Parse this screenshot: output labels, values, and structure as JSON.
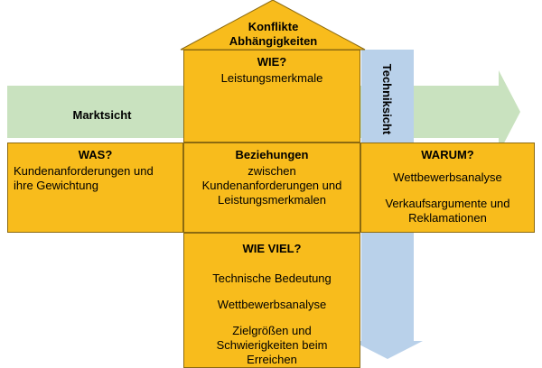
{
  "colors": {
    "block": "#f8bc1c",
    "block_border": "#8c6a10",
    "market_arrow": "#c9e2bf",
    "tech_arrow": "#b9d1ea",
    "background": "#ffffff"
  },
  "roof": {
    "line1": "Konflikte",
    "line2": "Abhängigkeiten"
  },
  "wie": {
    "title": "WIE?",
    "text": "Leistungsmerkmale"
  },
  "market_view": {
    "label": "Marktsicht"
  },
  "tech_view": {
    "label": "Techniksicht"
  },
  "was": {
    "title": "WAS?",
    "line1": "Kundenanforderungen und",
    "line2": "ihre Gewichtung"
  },
  "relations": {
    "title": "Beziehungen",
    "line1": "zwischen",
    "line2": "Kundenanforderungen und",
    "line3": "Leistungsmerkmalen"
  },
  "warum": {
    "title": "WARUM?",
    "item1": "Wettbewerbsanalyse",
    "item2_line1": "Verkaufsargumente und",
    "item2_line2": "Reklamationen"
  },
  "wie_viel": {
    "title": "WIE VIEL?",
    "item1": "Technische Bedeutung",
    "item2": "Wettbewerbsanalyse",
    "item3_line1": "Zielgrößen und",
    "item3_line2": "Schwierigkeiten beim",
    "item3_line3": "Erreichen"
  }
}
